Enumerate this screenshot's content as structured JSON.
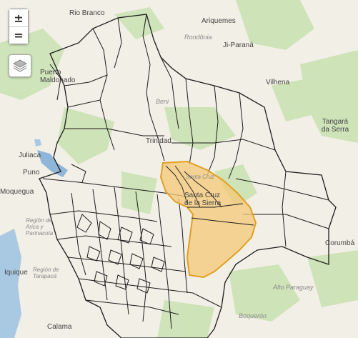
{
  "map": {
    "controls": {
      "zoom_in_label": "±",
      "zoom_out_label": "=",
      "layers_icon": "layers-icon"
    },
    "labels": [
      {
        "id": "rio-branco",
        "text": "Rio Branco",
        "style": "dark"
      },
      {
        "id": "ariquemes",
        "text": "Ariquemes",
        "style": "dark"
      },
      {
        "id": "rondonia",
        "text": "Rondônia",
        "style": "it"
      },
      {
        "id": "ji-parana",
        "text": "Ji-Paraná",
        "style": "dark"
      },
      {
        "id": "vilhena",
        "text": "Vilhena",
        "style": "dark"
      },
      {
        "id": "puerto-maldonado",
        "text": "Puerto Maldonado",
        "style": "dark"
      },
      {
        "id": "beni",
        "text": "Beni",
        "style": "it"
      },
      {
        "id": "trinidad",
        "text": "Trinidad",
        "style": "dark"
      },
      {
        "id": "tangara",
        "text": "Tangará da Serra",
        "style": "dark"
      },
      {
        "id": "juliaca",
        "text": "Juliaca",
        "style": "dark"
      },
      {
        "id": "puno",
        "text": "Puno",
        "style": "dark"
      },
      {
        "id": "moquegua",
        "text": "Moquegua",
        "style": "dark"
      },
      {
        "id": "santa-cruz",
        "text": "Santa Cruz de la Sierra",
        "style": "dark"
      },
      {
        "id": "santa-cruz-dept",
        "text": "Santa Cruz",
        "style": "it"
      },
      {
        "id": "region-arica",
        "text": "Región de Arica y Parinacota",
        "style": "it"
      },
      {
        "id": "iquique",
        "text": "Iquique",
        "style": "dark"
      },
      {
        "id": "region-tarapaca",
        "text": "Región de Tarapacá",
        "style": "it"
      },
      {
        "id": "corumba",
        "text": "Corumbá",
        "style": "dark"
      },
      {
        "id": "alto-paraguay",
        "text": "Alto Paraguay",
        "style": "it"
      },
      {
        "id": "boqueron",
        "text": "Boquerón",
        "style": "it"
      },
      {
        "id": "calama",
        "text": "Calama",
        "style": "dark"
      }
    ],
    "colors": {
      "land": "#f2efe6",
      "forest": "#c9e2b2",
      "water": "#a9c9e3",
      "boundary": "#1b1b1b",
      "highlight_fill": "#f4c877",
      "highlight_stroke": "#e0a021"
    }
  }
}
